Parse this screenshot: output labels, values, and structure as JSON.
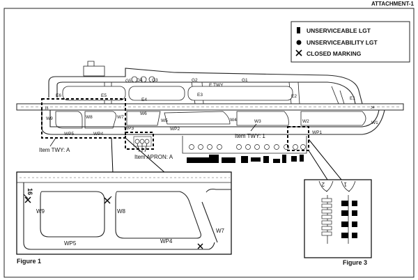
{
  "attachment_label": "ATTACHMENT-1",
  "legend": {
    "items": [
      {
        "symbol": "filled-square",
        "label": "UNSERVICEABLE LGT"
      },
      {
        "symbol": "filled-circle",
        "label": "UNSERVICEABILITY LGT"
      },
      {
        "symbol": "cross",
        "label": "CLOSED MARKING"
      }
    ]
  },
  "overview_labels": {
    "G5": "G5",
    "G4": "G4",
    "G3": "G3",
    "G2": "G2",
    "G1": "G1",
    "E_TWY": "E TWY",
    "E1": "E1",
    "E2": "E2",
    "E3": "E3",
    "E4": "E4",
    "E5": "E5",
    "E6": "E6",
    "W1": "W1",
    "W2": "W2",
    "W3": "W3",
    "W4": "W4",
    "W5": "W5",
    "W6": "W6",
    "W7": "W7",
    "W8": "W8",
    "W9": "W9",
    "WP1": "WP1",
    "WP2": "WP2",
    "WP3": "WP3",
    "WP4": "WP4",
    "WP5": "WP5",
    "rwy_left": "16",
    "rwy_right": "34"
  },
  "callouts": {
    "item_twy_a": "Item TWY: A",
    "item_apron_a": "Item APRON: A",
    "item_twy_1": "Item TWY: 1"
  },
  "figure1": {
    "caption": "Figure 1",
    "runway_number": "16",
    "labels": {
      "W9": "W9",
      "W8": "W8",
      "W7": "W7",
      "WP5": "WP5",
      "WP4": "WP4"
    }
  },
  "figure3": {
    "caption": "Figure 3",
    "col_left": "2",
    "col_right": "1"
  }
}
